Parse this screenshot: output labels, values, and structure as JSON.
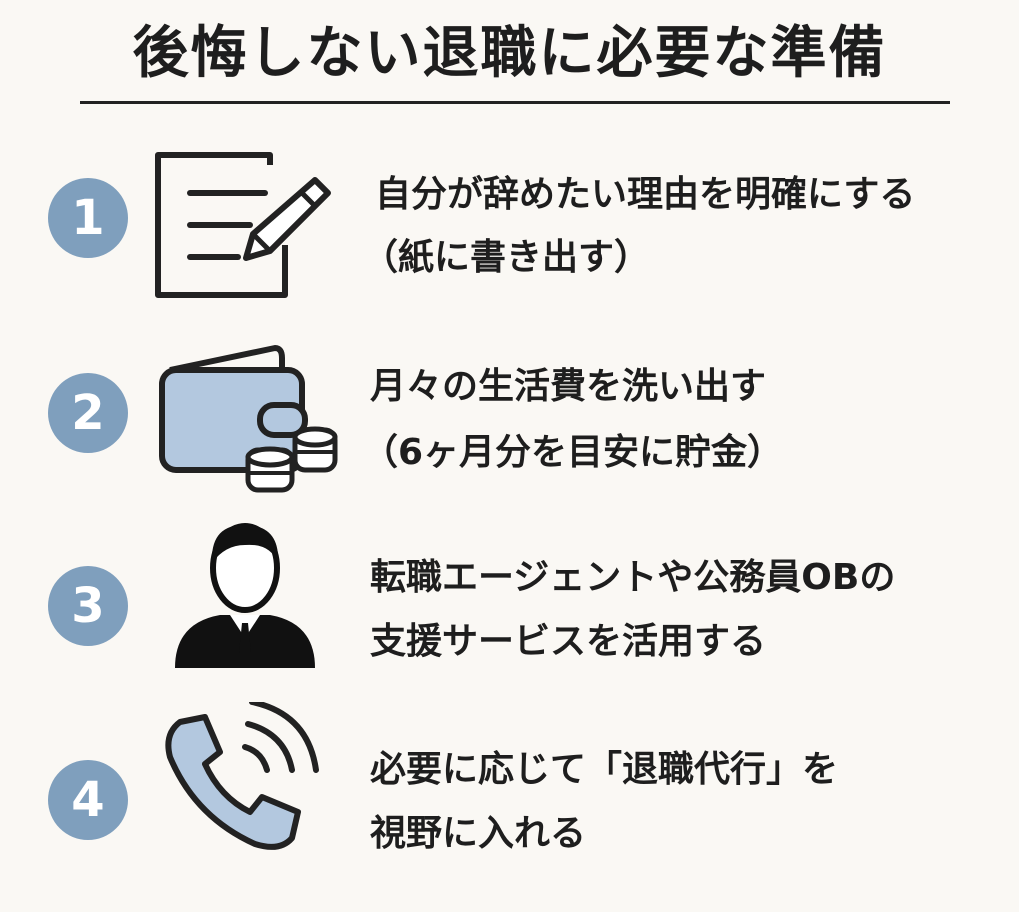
{
  "title": "後悔しない退職に必要な準備",
  "colors": {
    "accent": "#7f9fbd",
    "icon_fill": "#b3c8df",
    "background": "#faf8f4"
  },
  "steps": [
    {
      "number": "1",
      "icon": "document-pencil-icon",
      "lines": [
        "自分が辞めたい理由を明確にする",
        "（紙に書き出す）"
      ]
    },
    {
      "number": "2",
      "icon": "wallet-coins-icon",
      "lines": [
        "月々の生活費を洗い出す",
        "（6ヶ月分を目安に貯金）"
      ]
    },
    {
      "number": "3",
      "icon": "businessman-icon",
      "lines": [
        "転職エージェントや公務員OBの",
        "支援サービスを活用する"
      ]
    },
    {
      "number": "4",
      "icon": "phone-icon",
      "lines": [
        "必要に応じて「退職代行」を",
        "視野に入れる"
      ]
    }
  ]
}
